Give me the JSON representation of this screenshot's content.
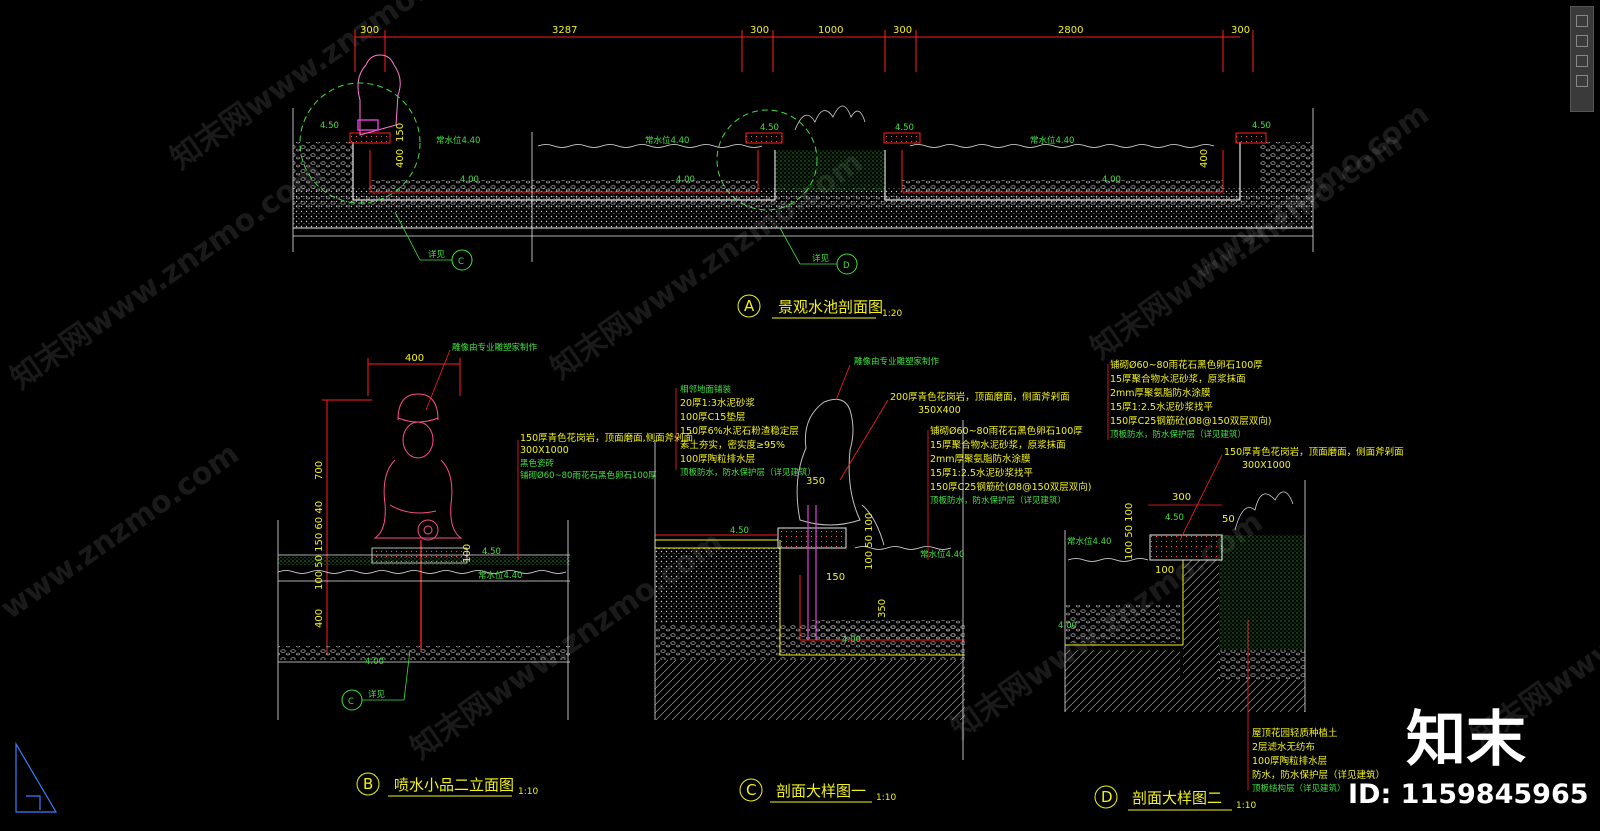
{
  "dims_top": [
    "300",
    "3287",
    "300",
    "1000",
    "300",
    "2800",
    "300"
  ],
  "section_a": {
    "letter": "A",
    "title": "景观水池剖面图",
    "scale": "1:20",
    "lvl_450_a": "4.50",
    "lvl_450_b": "4.50",
    "lvl_450_c": "4.50",
    "lvl_450_d": "4.50",
    "water_1": "常水位4.40",
    "water_2": "常水位4.40",
    "water_3": "常水位4.40",
    "bottom_1": "4.00",
    "bottom_2": "4.00",
    "bottom_3": "4.00",
    "dim_400": "400",
    "dim_150": "150",
    "dim_400r": "400",
    "ref_1": "详见",
    "ref_1_letter": "C",
    "ref_2": "详见",
    "ref_2_letter": "D"
  },
  "section_b": {
    "letter": "B",
    "title": "喷水小品二立面图",
    "scale": "1:10",
    "dim_400": "400",
    "dim_700": "700",
    "dim_400v": "400",
    "dim_100": "100",
    "dim_col": "100 50 150 60 40",
    "lvl_450": "4.50",
    "water": "常水位4.40",
    "bottom": "4.00",
    "label_top": "雕像由专业雕塑家制作",
    "note_1": "150厚青色花岗岩，顶面磨面,侧面斧剁面",
    "note_2": "300X1000",
    "note_3": "黑色瓷砖",
    "note_4": "铺砌Ø60~80雨花石黑色卵石100厚",
    "ref": "详见",
    "ref_letter": "C"
  },
  "section_c": {
    "letter": "C",
    "title": "剖面大样图一",
    "scale": "1:10",
    "label_top": "雕像由专业雕塑家制作",
    "left_notes": [
      "相邻地面铺装",
      "20厚1:3水泥砂浆",
      "100厚C15垫层",
      "150厚6%水泥石粉渣稳定层",
      "素土夯实，密实度≥95%",
      "100厚陶粒排水层",
      "顶板防水，防水保护层（详见建筑）"
    ],
    "note_a": "200厚青色花岗岩，顶面磨面，侧面斧剁面",
    "note_b": "350X400",
    "right_notes": [
      "铺砌Ø60~80雨花石黑色卵石100厚",
      "15厚聚合物水泥砂浆，原浆抹面",
      "2mm厚聚氨脂防水涂膜",
      "15厚1:2.5水泥砂浆找平",
      "150厚C25钢筋砼(Ø8@150双层双向)",
      "顶板防水，防水保护层（详见建筑）"
    ],
    "lvl_450": "4.50",
    "water": "常水位4.40",
    "bottom": "4.00",
    "dim_350": "350",
    "dim_150": "150",
    "dim_350v": "350",
    "dim_small": "100 50 100",
    "dim_350h": "350"
  },
  "section_d": {
    "letter": "D",
    "title": "剖面大样图二",
    "scale": "1:10",
    "top_notes": [
      "铺砌Ø60~80雨花石黑色卵石100厚",
      "15厚聚合物水泥砂浆，原浆抹面",
      "2mm厚聚氨脂防水涂膜",
      "15厚1:2.5水泥砂浆找平",
      "150厚C25钢筋砼(Ø8@150双层双向)",
      "顶板防水，防水保护层（详见建筑）"
    ],
    "note_a": "150厚青色花岗岩，顶面磨面，侧面斧剁面",
    "note_b": "300X1000",
    "dim_300": "300",
    "dim_50": "50",
    "lvl_450": "4.50",
    "water": "常水位4.40",
    "bottom": "4.00",
    "dim_100": "100",
    "dim_col": "100 50 100",
    "bottom_notes": [
      "屋顶花园轻质种植土",
      "2层滤水无纺布",
      "100厚陶粒排水层",
      "防水，防水保护层（详见建筑）",
      "顶板结构层（详见建筑）"
    ]
  },
  "watermarks": [
    "知末网www.znzmo.com",
    "知末网www.znzmo.com",
    "知末网www.znzmo.com",
    "知末网www.znzmo.com",
    "www.znzmo.com",
    "www.znzmo.com",
    "知末网www.znzmo.com",
    "知末网www.znzmo.com",
    "知末网www.znzmo.com"
  ],
  "logo": {
    "brand": "知末",
    "id": "ID: 1159845965"
  },
  "colors": {
    "yellow": "#f2f21a",
    "red": "#ff2020",
    "green": "#40e040",
    "magenta": "#e040e0",
    "white": "#e6e6e6",
    "cyan": "#3ad6ff",
    "gray": "#9a9a9a"
  }
}
